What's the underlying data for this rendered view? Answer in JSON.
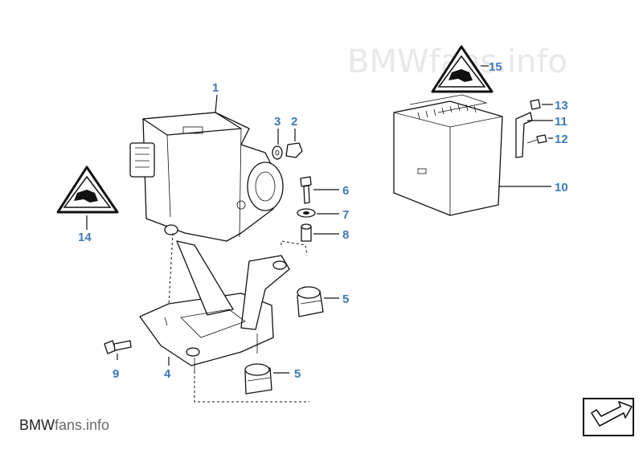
{
  "watermark": {
    "top_text": "BMWfans.info",
    "bottom_brand": "BMW",
    "bottom_rest": "fans.info"
  },
  "callouts": {
    "c1": "1",
    "c2": "2",
    "c3": "3",
    "c4": "4",
    "c5a": "5",
    "c5b": "5",
    "c6": "6",
    "c7": "7",
    "c8": "8",
    "c9": "9",
    "c10": "10",
    "c11": "11",
    "c12": "12",
    "c13": "13",
    "c14": "14",
    "c15": "15"
  },
  "colors": {
    "callout": "#3d7ab8",
    "line": "#111111",
    "watermark": "#e8e8e8"
  },
  "icons": [
    "warning-triangle-icon",
    "next-page-arrow-icon"
  ]
}
